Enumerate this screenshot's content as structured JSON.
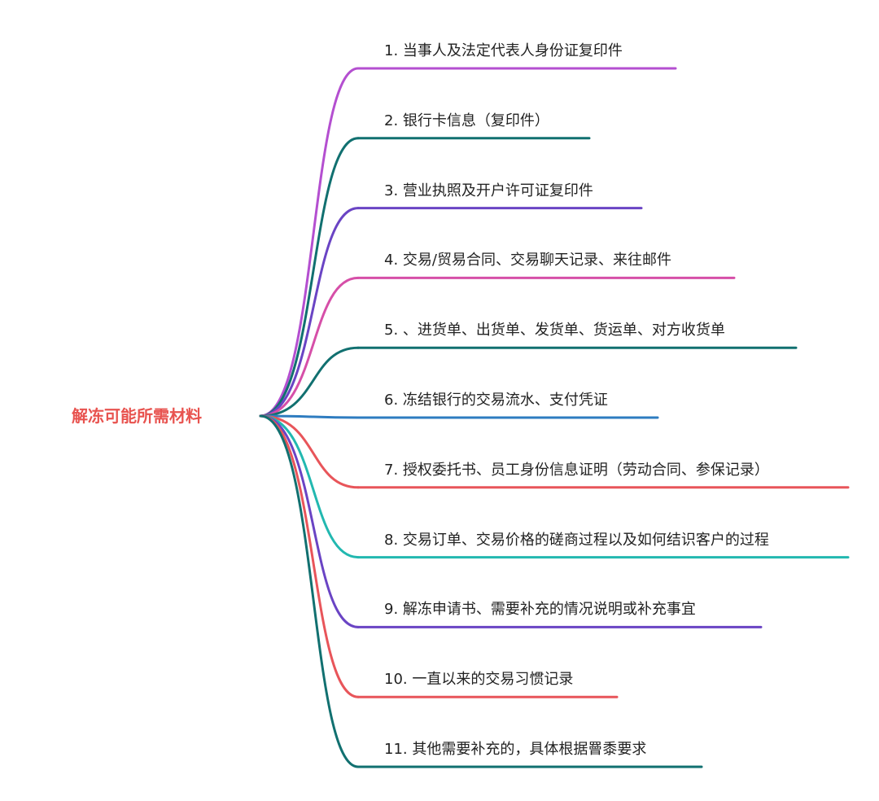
{
  "root": {
    "label": "解冻可能所需材料",
    "color": "#e8534f"
  },
  "branches": [
    {
      "label": "1. 当事人及法定代表人身份证复印件",
      "color": "#b44fd0"
    },
    {
      "label": "2. 银行卡信息（复印件）",
      "color": "#117070"
    },
    {
      "label": "3. 营业执照及开户许可证复印件",
      "color": "#6a44c4"
    },
    {
      "label": "4. 交易/贸易合同、交易聊天记录、来往邮件",
      "color": "#d64fa8"
    },
    {
      "label": "5. 、进货单、出货单、发货单、货运单、对方收货单",
      "color": "#117070"
    },
    {
      "label": "6. 冻结银行的交易流水、支付凭证",
      "color": "#2e7cc0"
    },
    {
      "label": "7. 授权委托书、员工身份信息证明（劳动合同、参保记录）",
      "color": "#e8555a"
    },
    {
      "label": "8. 交易订单、交易价格的磋商过程以及如何结识客户的过程",
      "color": "#22b8b0"
    },
    {
      "label": "9. 解冻申请书、需要补充的情况说明或补充事宜",
      "color": "#6a44c4"
    },
    {
      "label": "10. 一直以来的交易习惯记录",
      "color": "#e8555a"
    },
    {
      "label": "11. 其他需要补充的，具体根据罾黍要求",
      "color": "#117070"
    }
  ]
}
